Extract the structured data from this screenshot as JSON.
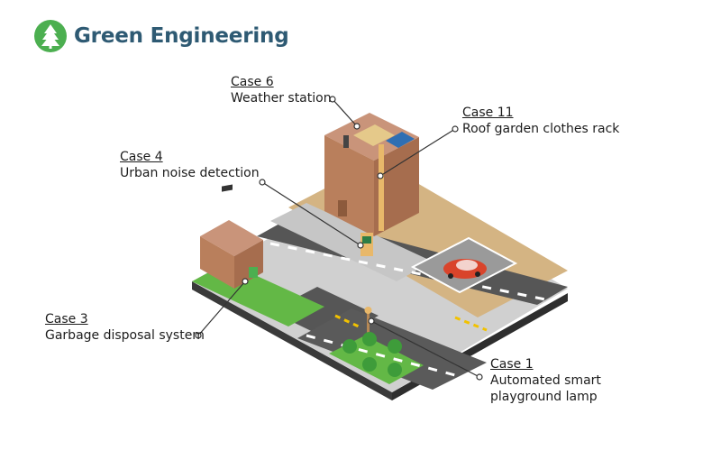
{
  "brand": {
    "title": "Green Engineering",
    "logo_icon": "tree-icon",
    "logo_color": "#4caf50",
    "title_color": "#2e5a73"
  },
  "cases": [
    {
      "number": "Case 6",
      "description": "Weather station"
    },
    {
      "number": "Case 11",
      "description": "Roof garden clothes rack"
    },
    {
      "number": "Case 4",
      "description": "Urban noise detection"
    },
    {
      "number": "Case 3",
      "description": "Garbage disposal system"
    },
    {
      "number": "Case 1",
      "description_line1": "Automated smart",
      "description_line2": "playground lamp"
    }
  ],
  "colors": {
    "grass": "#63b846",
    "road": "#555555",
    "sidewalk": "#c8c8c8",
    "building": "#b97f5c",
    "lot": "#d4b483",
    "car": "#d9442b"
  }
}
